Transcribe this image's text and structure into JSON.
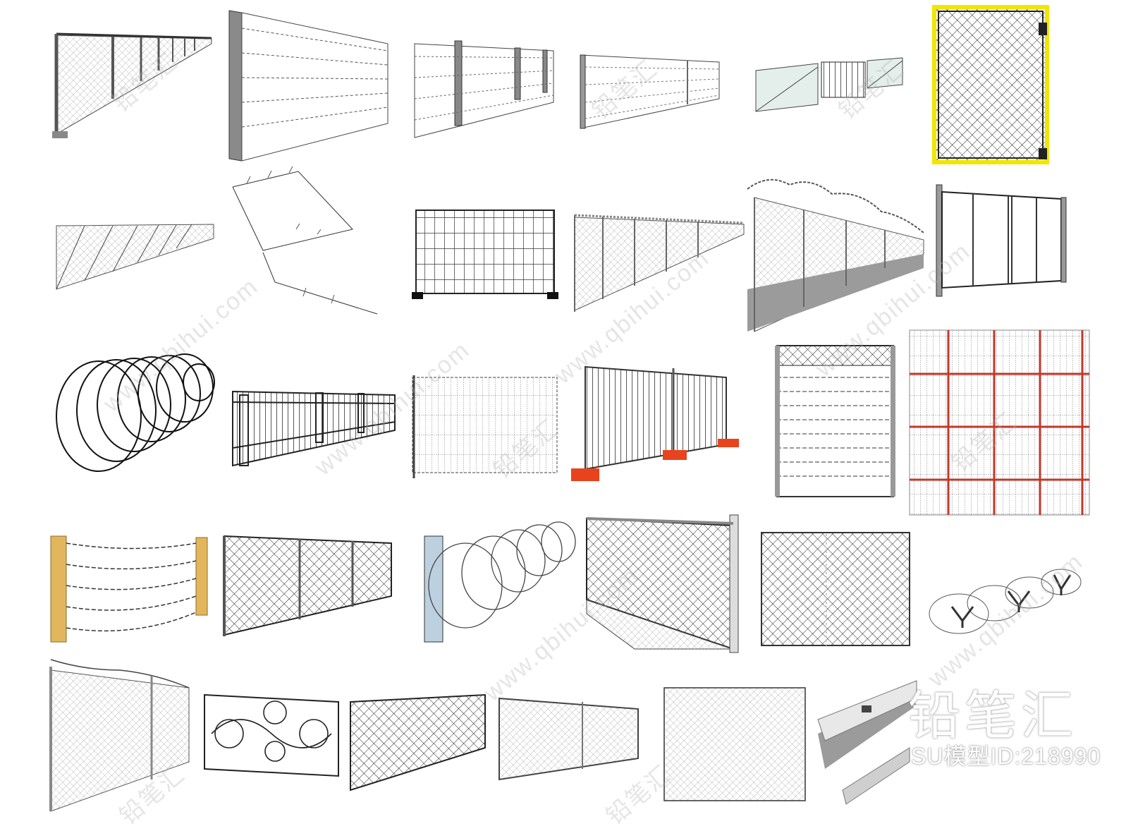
{
  "brand": {
    "logo_text": "铅笔汇",
    "model_id": "SU模型ID:218990"
  },
  "watermarks": {
    "domain": "www.qbihui.com",
    "logo": "铅笔汇"
  },
  "colors": {
    "line": "#333333",
    "mesh": "#777777",
    "post": "#9a9a9a",
    "yellow_frame": "#f2e600",
    "orange_base": "#e8431c",
    "wood_post": "#e2b65c",
    "red_grid": "#c0392b",
    "ground": "#9b9b9b"
  },
  "icons": [
    "chain-link-fence-icon",
    "barbed-wire-icon",
    "razor-wire-coil-icon",
    "gate-icon",
    "temporary-fence-icon",
    "ornamental-panel-icon"
  ]
}
